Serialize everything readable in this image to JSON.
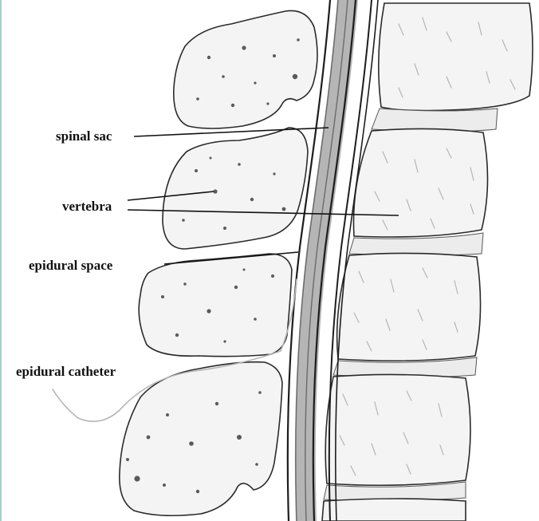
{
  "labels": {
    "spinal_sac": "spinal sac",
    "vertebra": "vertebra",
    "epidural_space": "epidural space",
    "epidural_catheter": "epidural catheter"
  },
  "colors": {
    "ink": "#111111",
    "bone_fill": "#f4f4f4",
    "left_rule": "#9fd3cf"
  }
}
